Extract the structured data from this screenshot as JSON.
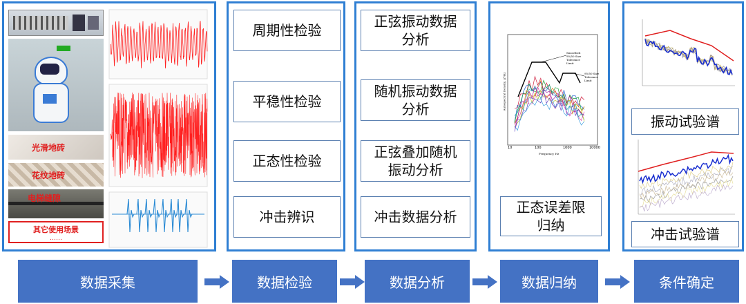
{
  "column1": {
    "floor_labels": [
      "光滑地砖",
      "花纹地砖",
      "电梯缝隙"
    ],
    "other_scenes": "其它使用场景",
    "other_scenes_dots": "……"
  },
  "column2": {
    "items": [
      "周期性检验",
      "平稳性检验",
      "正态性检验",
      "冲击辨识"
    ]
  },
  "column3": {
    "items": [
      "正弦振动数据\n分析",
      "随机振动数据\n分析",
      "正弦叠加随机\n振动分析",
      "冲击数据分析"
    ]
  },
  "column4": {
    "caption": "正态误差限\n归纳",
    "chart_x_ticks": [
      "10",
      "100",
      "1000",
      "10000"
    ],
    "chart_x_label": "Frequency, Hz",
    "chart_y_label": "Autospectral Density, g²/Hz",
    "legend_1": "Smoothed\n95/50 Size\nTolerance\nLimit",
    "legend_2": "95/50 Size\nTolerance\nLimit"
  },
  "column5": {
    "caption_top": "振动试验谱",
    "caption_bottom": "冲击试验谱"
  },
  "steps": [
    "数据采集",
    "数据检验",
    "数据分析",
    "数据归纳",
    "条件确定"
  ],
  "colors": {
    "panel_border": "#2f7fd3",
    "step_fill": "#4472c4",
    "signal_red": "#ff2020",
    "signal_blue": "#2a8ad4",
    "limit_red": "#e02020",
    "limit_blue": "#1a2fd0"
  }
}
